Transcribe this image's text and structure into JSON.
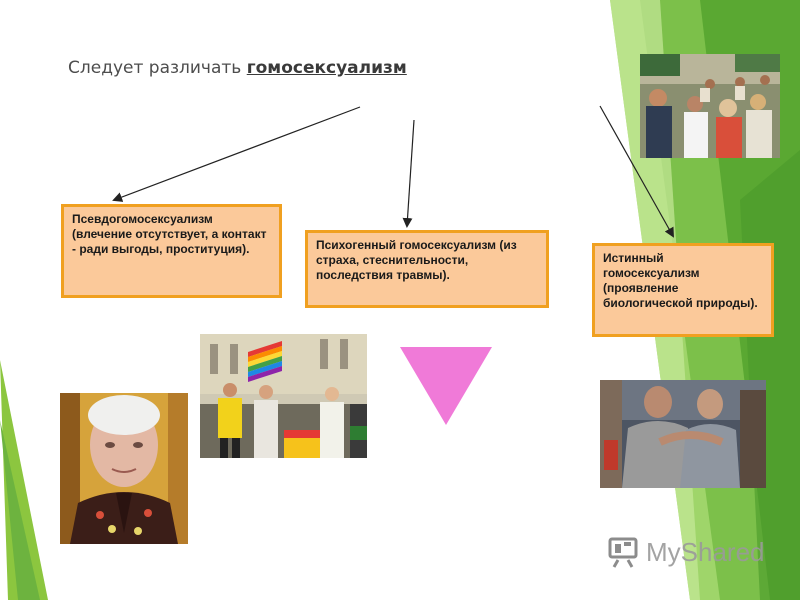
{
  "slide": {
    "title_prefix": "Следует различать ",
    "title_term": "гомосексуализм",
    "boxes": [
      {
        "text": "Псевдогомосексуализм (влечение отсутствует, а контакт - ради выгоды, проституция)."
      },
      {
        "text": "Психогенный гомосексуализм (из страха, стеснительности, последствия травмы)."
      },
      {
        "text": "Истинный гомосексуализм (проявление биологической природы)."
      }
    ],
    "colors": {
      "box_fill": "#fbc99a",
      "box_border": "#f0a020",
      "triangle": "#f07ad8",
      "green_accent": "#6cc04a"
    }
  },
  "watermark": {
    "logo_text": "MyShared"
  },
  "images": {
    "crowd": "pride-crowd-photo",
    "parade": "rainbow-flag-parade-photo",
    "portrait": "man-portrait-photo",
    "couple": "two-men-embracing-photo"
  }
}
